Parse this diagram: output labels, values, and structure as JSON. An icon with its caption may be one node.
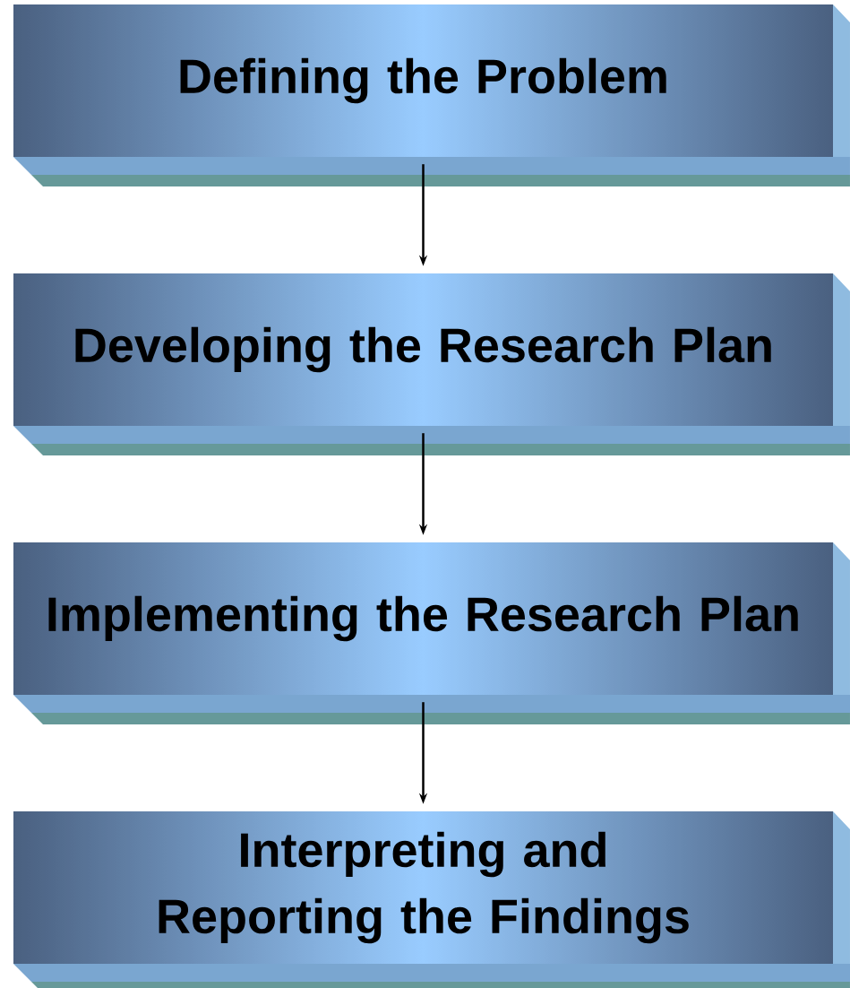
{
  "diagram": {
    "nodes": [
      {
        "text": [
          "Defining the Problem"
        ]
      },
      {
        "text": [
          "Developing the Research Plan"
        ]
      },
      {
        "text": [
          "Implementing the Research Plan"
        ]
      },
      {
        "text": [
          "Interpreting and Reporting the Findings"
        ]
      }
    ],
    "edges": [
      {
        "from": 0,
        "to": 1,
        "arrow": "to"
      },
      {
        "from": 1,
        "to": 2,
        "arrow": "to"
      },
      {
        "from": 2,
        "to": 3,
        "arrow": "to"
      }
    ]
  }
}
